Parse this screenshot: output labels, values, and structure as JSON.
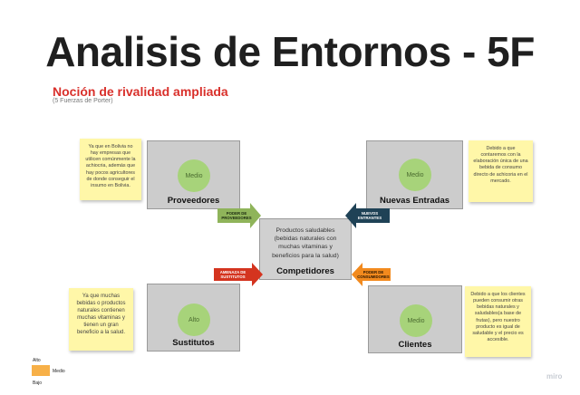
{
  "title": "Analisis de Entornos - 5F",
  "subtitle": "Noción de rivalidad ampliada",
  "subtitle_note": "(5 Fuerzas de Porter)",
  "forces": {
    "proveedores": {
      "label": "Proveedores",
      "level": "Medio"
    },
    "nuevas_entradas": {
      "label": "Nuevas Entradas",
      "level": "Medio"
    },
    "sustitutos": {
      "label": "Sustitutos",
      "level": "Alto"
    },
    "clientes": {
      "label": "Clientes",
      "level": "Medio"
    },
    "competidores": {
      "label": "Competidores",
      "text": "Productos saludables (bebidas naturales con muchas vitaminas y beneficios para la salud)"
    }
  },
  "arrows": {
    "proveedores": {
      "label": "PODER DE PROVEEDORES",
      "color": "#8fb45a"
    },
    "nuevas_entradas": {
      "label": "NUEVOS ENTRANTES",
      "color": "#1f4256"
    },
    "sustitutos": {
      "label": "AMENAZA DE SUSTITUTOS",
      "color": "#d4341f"
    },
    "clientes": {
      "label": "PODER DE CONSUMIDORES",
      "color": "#f28a1e"
    }
  },
  "notes": {
    "proveedores": "Ya que en Bolivia no hay empresas que utilicen comúnmente la achiocria, además que hay pocos agricultores de donde conseguir el insumo en Bolivia.",
    "nuevas_entradas": "Debido a que contaremos con la elaboración única de una bebida de consumo directo de achicoria en el mercado.",
    "sustitutos": "Ya que muchas bebidas o productos naturales contienen muchas vitaminas y tienen un gran beneficio a la salud.",
    "clientes": "Debido a que los clientes pueden consumir otras bebidas naturales y saludables(a base de frutas), pero nuestro producto es igual de saludable y el precio es accesible."
  },
  "legend": {
    "high": "Alto",
    "mid": "Medio",
    "low": "Bajo",
    "color": "#f7b048"
  },
  "watermark": "miro"
}
